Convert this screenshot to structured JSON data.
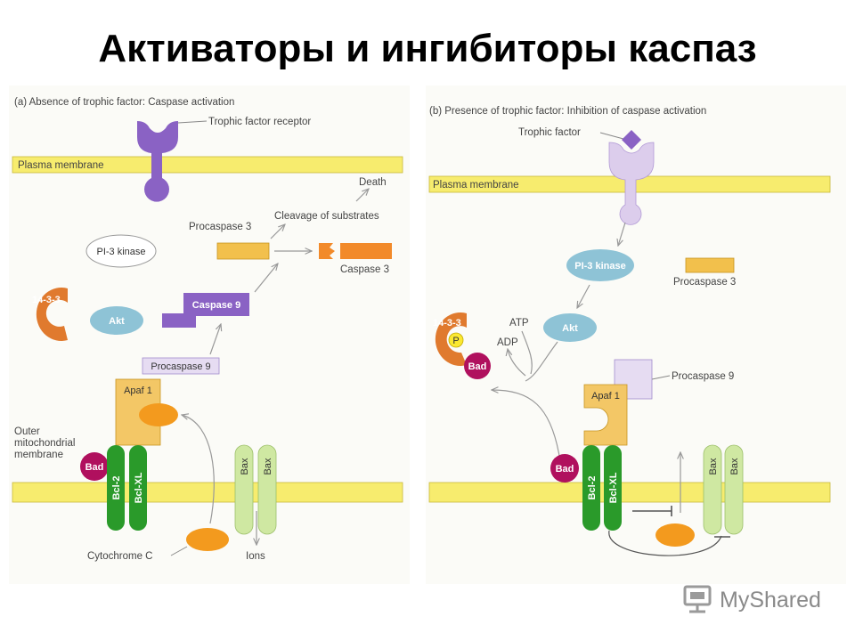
{
  "title": "Активаторы и ингибиторы каспаз",
  "panel_a": {
    "heading": "(a) Absence of trophic factor: Caspase activation",
    "trophic_factor_receptor": "Trophic factor receptor",
    "plasma_membrane": "Plasma membrane",
    "death": "Death",
    "cleavage": "Cleavage of substrates",
    "procaspase3": "Procaspase 3",
    "caspase3": "Caspase 3",
    "pi3_kinase": "PI-3 kinase",
    "protein_14_3_3": "14-3-3",
    "akt": "Akt",
    "caspase9": "Caspase 9",
    "procaspase9": "Procaspase 9",
    "apaf1": "Apaf 1",
    "outer_membrane": [
      "Outer",
      "mitochondrial",
      "membrane"
    ],
    "bad": "Bad",
    "bcl2": "Bcl-2",
    "bclxl": "Bcl-XL",
    "bax1": "Bax",
    "bax2": "Bax",
    "cytochrome_c": "Cytochrome C",
    "ions": "Ions"
  },
  "panel_b": {
    "heading": "(b) Presence of trophic factor: Inhibition of caspase activation",
    "trophic_factor": "Trophic factor",
    "plasma_membrane": "Plasma membrane",
    "pi3_kinase": "PI-3 kinase",
    "procaspase3": "Procaspase 3",
    "protein_14_3_3": "14-3-3",
    "p": "P",
    "bad_bound": "Bad",
    "atp": "ATP",
    "adp": "ADP",
    "akt": "Akt",
    "procaspase9": "Procaspase 9",
    "apaf1": "Apaf 1",
    "bad": "Bad",
    "bcl2": "Bcl-2",
    "bclxl": "Bcl-XL",
    "bax1": "Bax",
    "bax2": "Bax"
  },
  "watermark": "MyShared",
  "colors": {
    "membrane": "#f7ec6e",
    "receptor": "#8a62c4",
    "receptor_light": "#dccdec",
    "procaspase3": "#f2c04c",
    "caspase3": "#f28a2a",
    "caspase9": "#8a62c4",
    "procaspase9": "#e6dcf2",
    "akt": "#8ec3d6",
    "protein_14_3_3": "#e07a2e",
    "apaf1": "#f3c766",
    "cytochrome": "#f39a1e",
    "bad": "#b0105e",
    "bcl": "#2a9a2a",
    "bax": "#cfe8a2"
  }
}
